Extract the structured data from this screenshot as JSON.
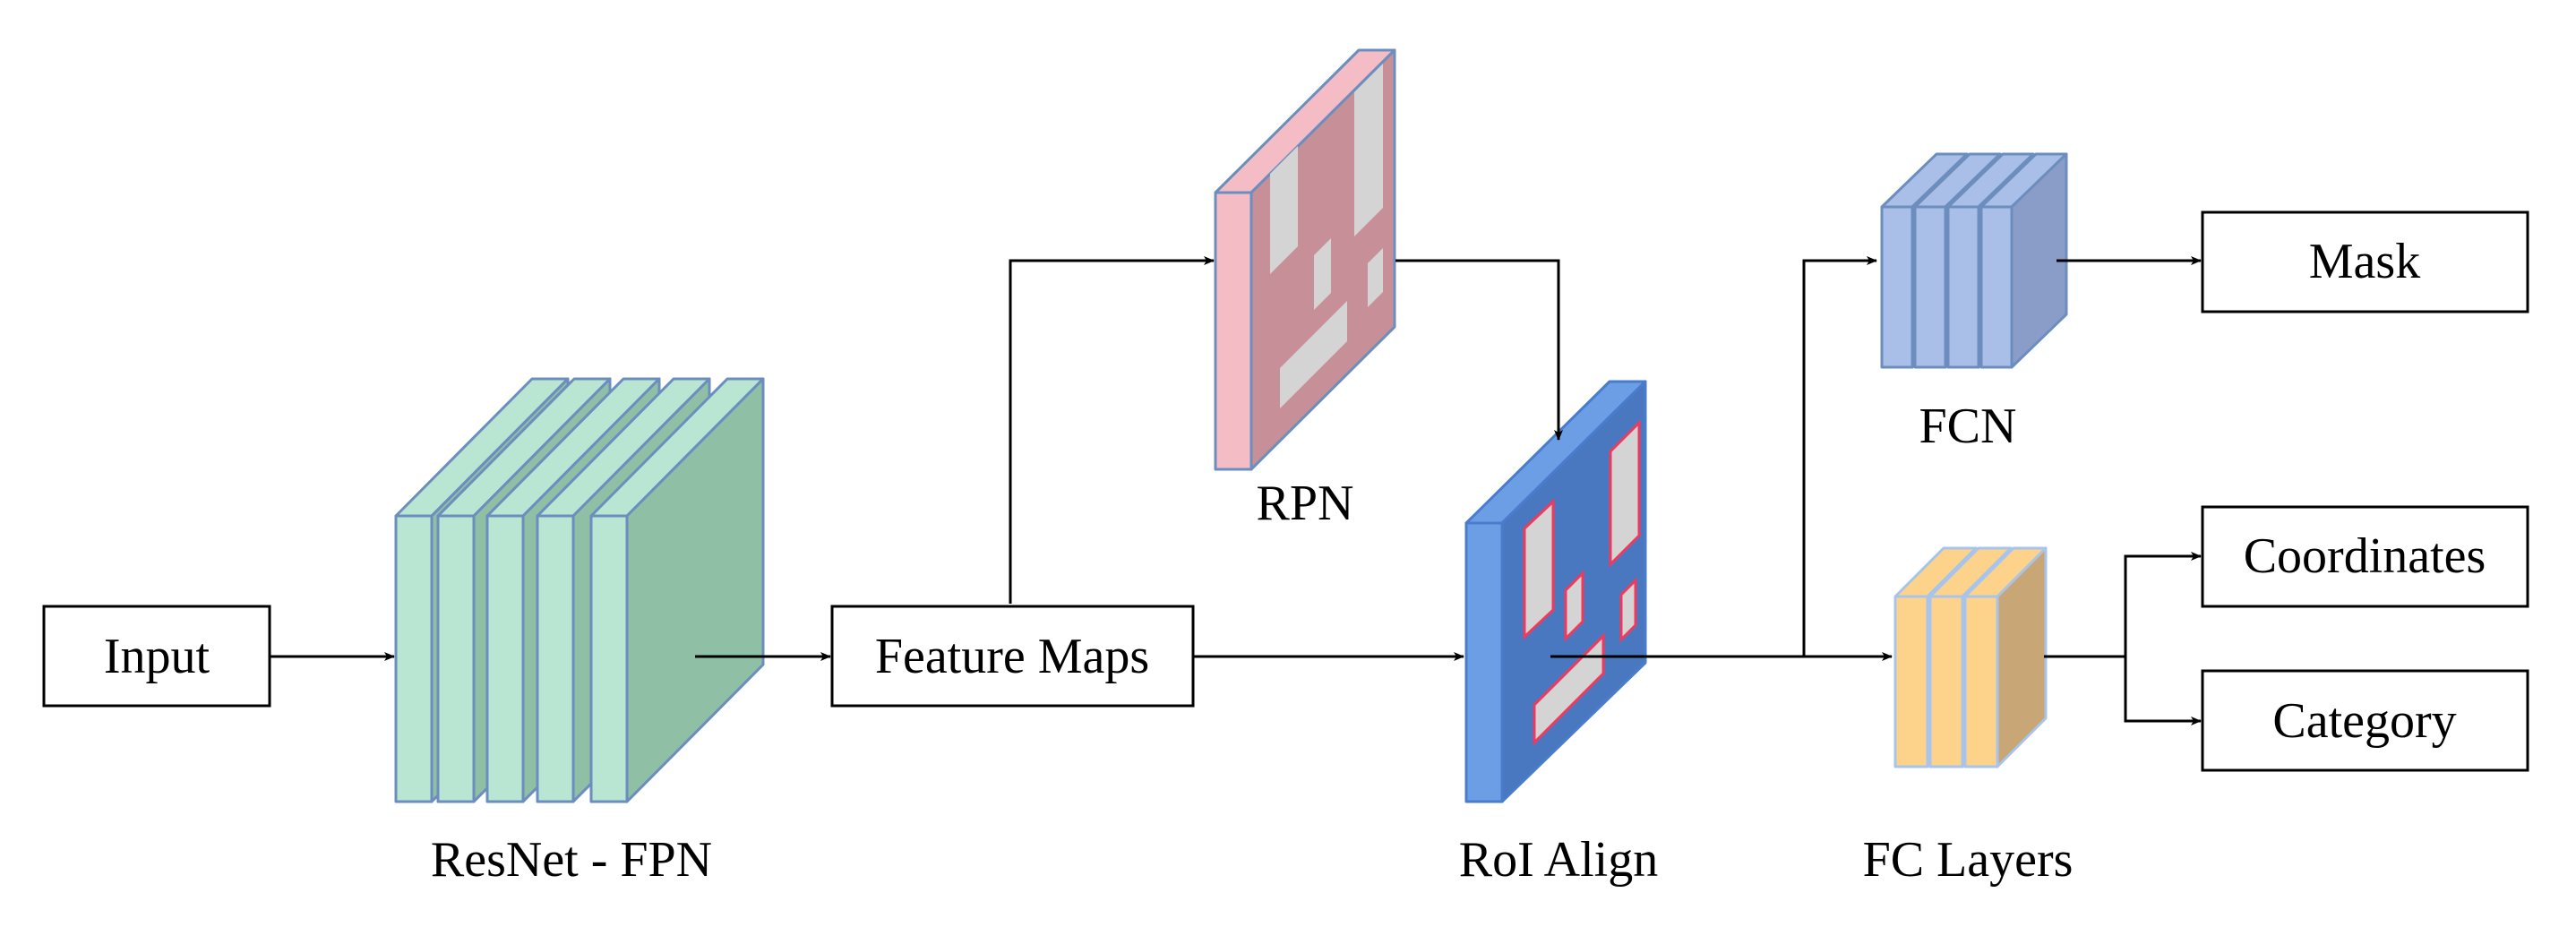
{
  "nodes": {
    "input": "Input",
    "feature_maps": "Feature Maps",
    "mask": "Mask",
    "coordinates": "Coordinates",
    "category": "Category"
  },
  "labels": {
    "resnet_fpn": "ResNet - FPN",
    "rpn": "RPN",
    "roi_align": "RoI Align",
    "fcn": "FCN",
    "fc_layers": "FC Layers"
  },
  "colors": {
    "resnet_front": "#b8e6d3",
    "resnet_side": "#8fbfa4",
    "resnet_stroke": "#6c8ebf",
    "rpn_front": "#f4bcc5",
    "rpn_side": "#c79098",
    "rpn_stroke": "#6c8ebf",
    "roi_front": "#6b9ee5",
    "roi_side": "#4a78c0",
    "roi_stroke": "#4a7ccc",
    "fcn_front": "#a9bfe8",
    "fcn_side": "#8a9dc9",
    "fcn_stroke": "#6c8ebf",
    "fc_front": "#fdd38c",
    "fc_side": "#c9a676",
    "fc_stroke": "#a9c4eb",
    "roi_box_outline": "#ef3a5d",
    "roi_box_fill": "#d4d4d4"
  }
}
